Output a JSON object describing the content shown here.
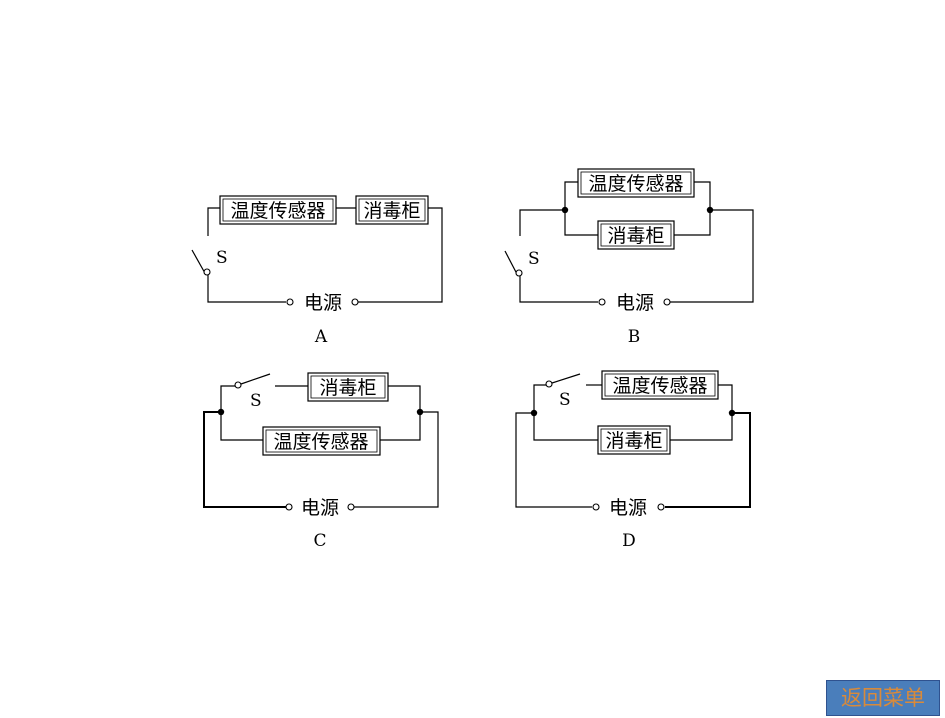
{
  "labels": {
    "sensor": "温度传感器",
    "cabinet": "消毒柜",
    "power": "电源",
    "switch": "S"
  },
  "options": [
    "A",
    "B",
    "C",
    "D"
  ],
  "menu": {
    "back_label": "返回菜单"
  }
}
